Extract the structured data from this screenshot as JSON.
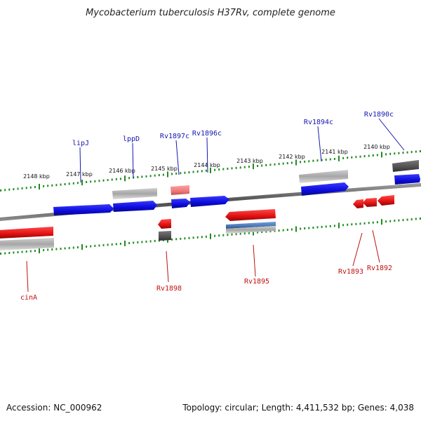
{
  "title": "Mycobacterium tuberculosis H37Rv, complete genome",
  "footer": {
    "accession": "Accession: NC_000962",
    "topology": "Topology: circular; Length: 4,411,532 bp; Genes: 4,038"
  },
  "colors": {
    "forward_gene": "#0b0bdc",
    "reverse_gene": "#e01010",
    "light_gene": "#ef7878",
    "steel_gene": "#4c78b4",
    "gray_feature": "#a6a6a6",
    "dark_feature": "#505050",
    "backbone": "#707070",
    "tick": "#1e8c1e",
    "forward_label": "#1515b0",
    "reverse_label": "#c01010"
  },
  "scale_labels": [
    {
      "id": "2148",
      "text": "2148 kbp"
    },
    {
      "id": "2147",
      "text": "2147 kbp"
    },
    {
      "id": "2146",
      "text": "2146 kbp"
    },
    {
      "id": "2145",
      "text": "2145 kbp"
    },
    {
      "id": "2144",
      "text": "2144 kbp"
    },
    {
      "id": "2143",
      "text": "2143 kbp"
    },
    {
      "id": "2142",
      "text": "2142 kbp"
    },
    {
      "id": "2141",
      "text": "2141 kbp"
    },
    {
      "id": "2140",
      "text": "2140 kbp"
    }
  ],
  "gene_labels": [
    {
      "id": "lipJ",
      "text": "lipJ",
      "strand": "forward"
    },
    {
      "id": "lppD",
      "text": "lppD",
      "strand": "forward"
    },
    {
      "id": "Rv1897c",
      "text": "Rv1897c",
      "strand": "forward"
    },
    {
      "id": "Rv1896c",
      "text": "Rv1896c",
      "strand": "forward"
    },
    {
      "id": "Rv1894c",
      "text": "Rv1894c",
      "strand": "forward"
    },
    {
      "id": "Rv1890c",
      "text": "Rv1890c",
      "strand": "forward"
    },
    {
      "id": "cinA",
      "text": "cinA",
      "strand": "reverse"
    },
    {
      "id": "Rv1898",
      "text": "Rv1898",
      "strand": "reverse"
    },
    {
      "id": "Rv1895",
      "text": "Rv1895",
      "strand": "reverse"
    },
    {
      "id": "Rv1893",
      "text": "Rv1893",
      "strand": "reverse"
    },
    {
      "id": "Rv1892",
      "text": "Rv1892",
      "strand": "reverse"
    }
  ]
}
